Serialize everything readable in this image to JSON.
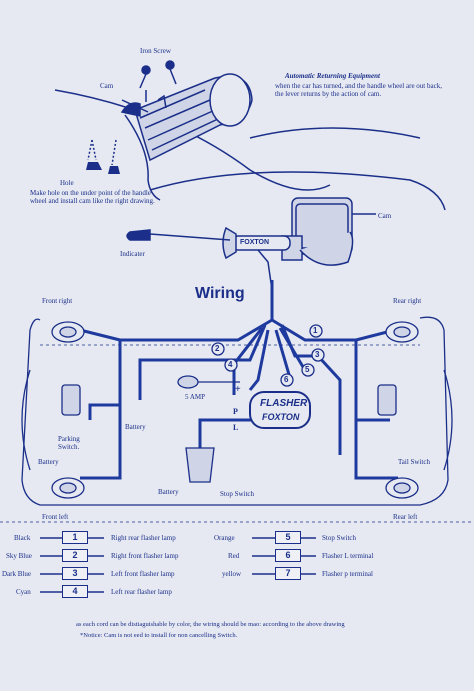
{
  "diagram": {
    "title": "Wiring",
    "labels": {
      "iron_screw": "Iron Screw",
      "cam_top": "Cam",
      "hole": "Hole",
      "hole_note": "Make hole on the under point of the handle wheel and install cam like the right drawing.",
      "auto_return_title": "Automatic Returning Equipment",
      "auto_return_note": "when the car has turned, and the handle wheel are out back, the lever returns by the action of cam.",
      "cam_right": "Cam",
      "foxton_switch": "FOXTON",
      "indicater": "Indicater",
      "front_right": "Front right",
      "rear_right": "Rear right",
      "front_left": "Front left",
      "rear_left": "Rear left",
      "fuse": "5 AMP",
      "flasher_top": "FLASHER",
      "flasher_bottom": "FOXTON",
      "plus": "+",
      "term_p": "P",
      "term_l": "L",
      "battery_left": "Battery",
      "parking_switch": "Parking Switch.",
      "battery_left2": "Battery",
      "battery_bottom": "Battery",
      "stop_switch": "Stop Switch",
      "tail_switch": "Tail Switch"
    },
    "wire_numbers": [
      "1",
      "2",
      "3",
      "4",
      "5",
      "6"
    ],
    "legend": [
      {
        "color": "Black",
        "number": "1",
        "desc": "Right rear flasher lamp"
      },
      {
        "color": "Sky Blue",
        "number": "2",
        "desc": "Right front flasher lamp"
      },
      {
        "color": "Dark Blue",
        "number": "3",
        "desc": "Left front flasher lamp"
      },
      {
        "color": "Cyan",
        "number": "4",
        "desc": "Left rear flasher lamp"
      },
      {
        "color": "Orange",
        "number": "5",
        "desc": "Stop Switch"
      },
      {
        "color": "Red",
        "number": "6",
        "desc": "Flasher L terminal"
      },
      {
        "color": "yellow",
        "number": "7",
        "desc": "Flasher p terminal"
      }
    ],
    "footnote1": "as each cord can be distiaguishable by color, the wiring should be mao: according to the above drawing",
    "footnote2": "*Notice: Cam is not eed to install for non cancelling Switch."
  },
  "colors": {
    "ink": "#1b2f8a",
    "paper": "#e6e9f1",
    "wire": "#1f3a9e"
  }
}
